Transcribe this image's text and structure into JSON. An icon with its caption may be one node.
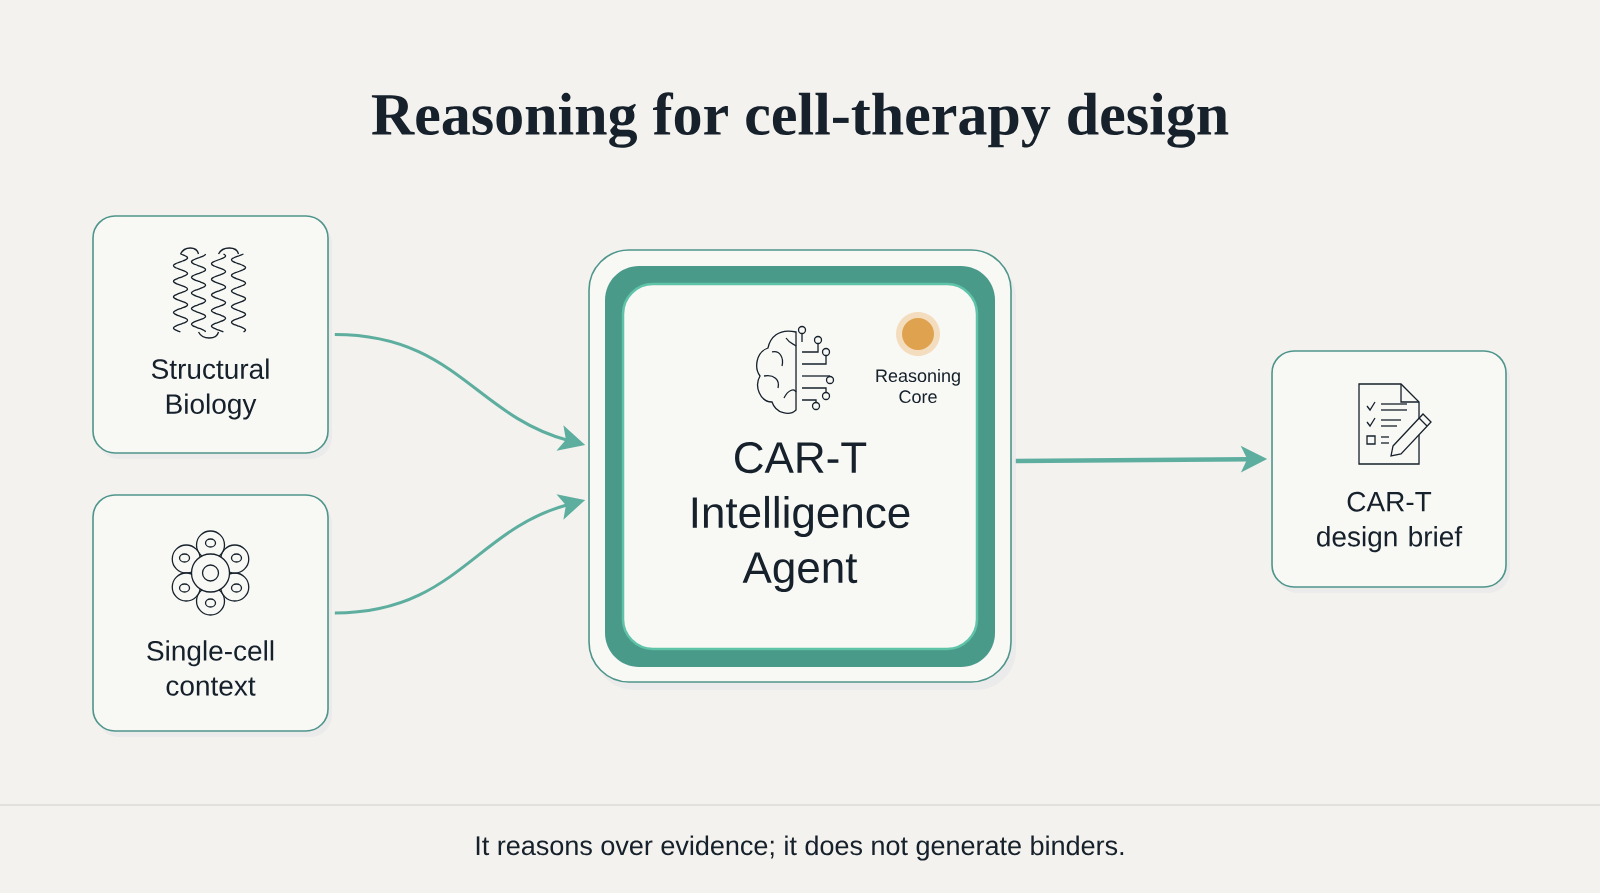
{
  "diagram": {
    "title": "Reasoning for cell-therapy design",
    "caption": "It reasons over evidence; it does not generate binders.",
    "nodes": [
      {
        "text": [
          "Structural Biology"
        ]
      },
      {
        "text": [
          "Single-cell context"
        ]
      },
      {
        "text": [
          "CAR-T Intelligence Agent"
        ]
      },
      {
        "text": [
          "CAR-T design brief"
        ]
      }
    ],
    "edges": [
      {
        "from": 0,
        "to": 2,
        "arrow": "to"
      },
      {
        "from": 1,
        "to": 2,
        "arrow": "to"
      },
      {
        "from": 2,
        "to": 3,
        "arrow": "to"
      }
    ],
    "labels": [
      "Reasoning Core"
    ]
  }
}
